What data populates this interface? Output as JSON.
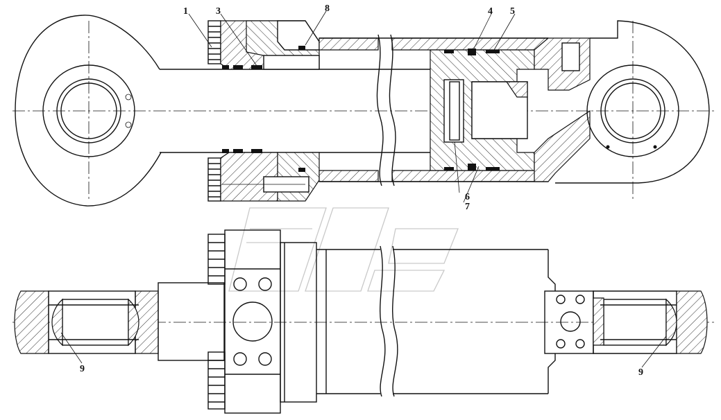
{
  "callouts": {
    "c1": "1",
    "c3": "3",
    "c4": "4",
    "c5": "5",
    "c6": "6",
    "c7": "7",
    "c8": "8",
    "c9_left": "9",
    "c9_right": "9"
  },
  "colors": {
    "line": "#111111",
    "background": "#ffffff",
    "watermark": "#c9c9c9"
  }
}
